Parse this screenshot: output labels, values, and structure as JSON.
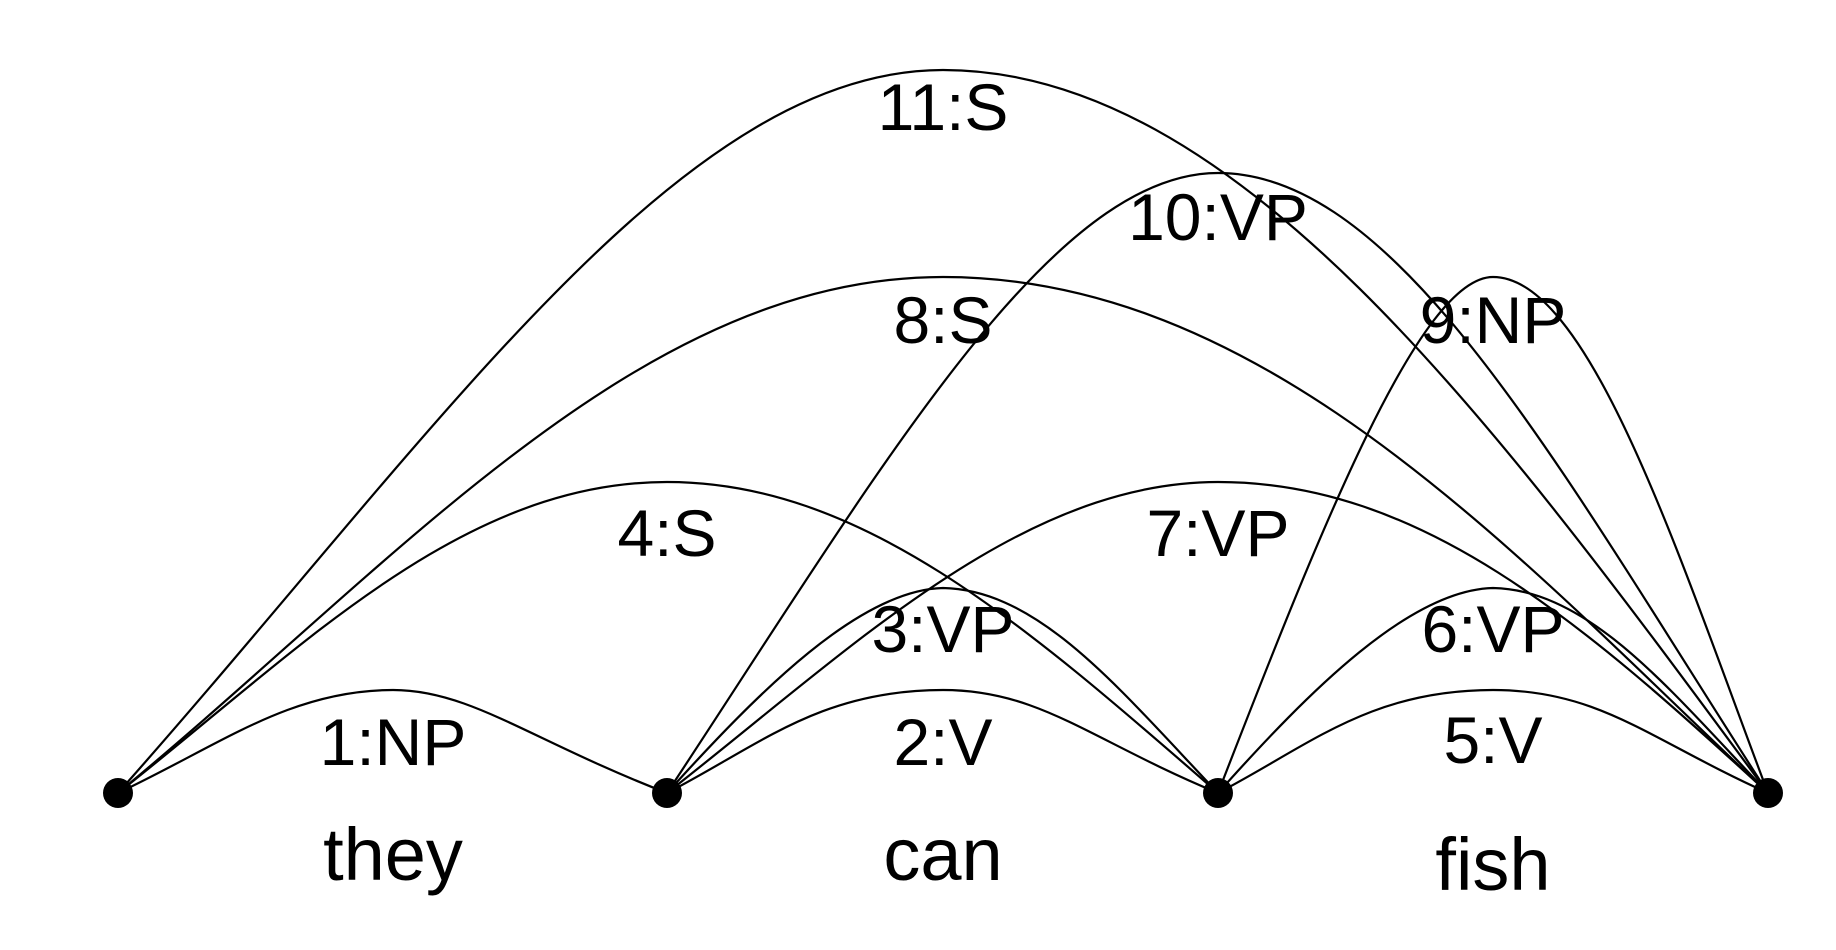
{
  "diagram": {
    "nodes": [
      {
        "id": 0
      },
      {
        "id": 1
      },
      {
        "id": 2
      },
      {
        "id": 3
      },
      {
        "id": 4
      }
    ],
    "words": [
      {
        "text": "they",
        "from": 0,
        "to": 1
      },
      {
        "text": "can",
        "from": 1,
        "to": 2
      },
      {
        "text": "fish",
        "from": 2,
        "to": 3
      }
    ],
    "edges": [
      {
        "label": "1:NP",
        "from": 0,
        "to": 1
      },
      {
        "label": "2:V",
        "from": 1,
        "to": 2
      },
      {
        "label": "3:VP",
        "from": 1,
        "to": 2
      },
      {
        "label": "4:S",
        "from": 0,
        "to": 2
      },
      {
        "label": "5:V",
        "from": 2,
        "to": 3
      },
      {
        "label": "6:VP",
        "from": 2,
        "to": 3
      },
      {
        "label": "7:VP",
        "from": 1,
        "to": 3
      },
      {
        "label": "8:S",
        "from": 0,
        "to": 3
      },
      {
        "label": "9:NP",
        "from": 2,
        "to": 3
      },
      {
        "label": "10:VP",
        "from": 1,
        "to": 3
      },
      {
        "label": "11:S",
        "from": 0,
        "to": 3
      }
    ]
  }
}
